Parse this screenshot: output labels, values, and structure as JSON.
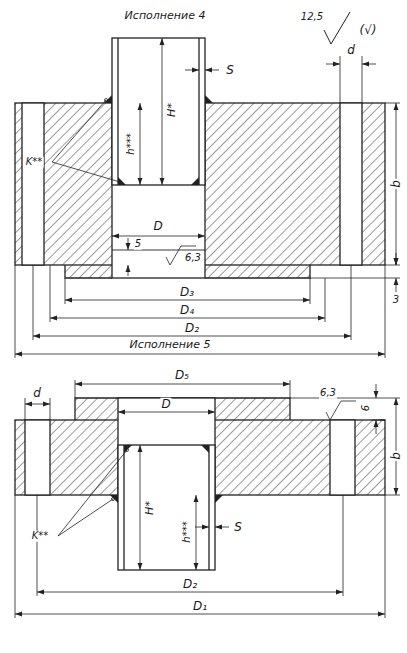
{
  "diagram": {
    "labels": [
      "12,5",
      "(√)",
      "Исполнение 4",
      "S",
      "K**",
      "h***",
      "H*",
      "d",
      "b",
      "5",
      "6,3",
      "D",
      "3",
      "D₃",
      "D₄",
      "D₂",
      "D₁",
      "Исполнение 5",
      "D₅",
      "d",
      "D",
      "6,3",
      "6",
      "b",
      "H*",
      "h***",
      "K**",
      "S",
      "D₂",
      "D₁"
    ]
  }
}
